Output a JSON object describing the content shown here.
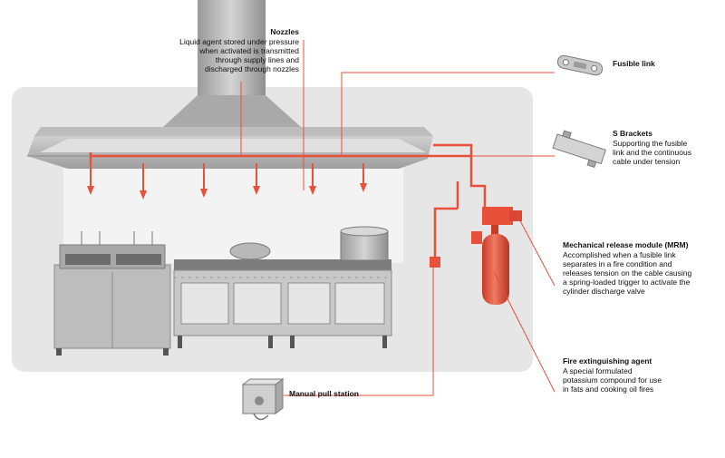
{
  "colors": {
    "pipe": "#e8503a",
    "leader": "#e8503a",
    "backdrop": "#e6e6e6",
    "steel": "#b9b9b9",
    "steel_dark": "#8d8d8d"
  },
  "labels": {
    "nozzles": {
      "title": "Nozzles",
      "desc": "Liquid agent stored under pressure\nwhen activated is transmitted\nthrough supply lines and\ndischarged through nozzles"
    },
    "fusible_link": {
      "title": "Fusible link",
      "icon": "fusible-link-icon"
    },
    "s_brackets": {
      "title": "S Brackets",
      "desc": "Supporting the fusible\nlink and the continuous\ncable under tension",
      "icon": "s-bracket-icon"
    },
    "mrm": {
      "title": "Mechanical release module (MRM)",
      "desc": "Accomplished when a fusible link\nseparates in a fire condition and\nreleases tension on the cable causing\na spring-loaded trigger to activate the\ncylinder discharge valve"
    },
    "agent": {
      "title": "Fire extinguishing agent",
      "desc": "A special formulated\npotassium compound for use\nin fats and cooking oil fires"
    },
    "pull_station": {
      "title": "Manual pull station",
      "icon": "pull-station-icon"
    }
  }
}
